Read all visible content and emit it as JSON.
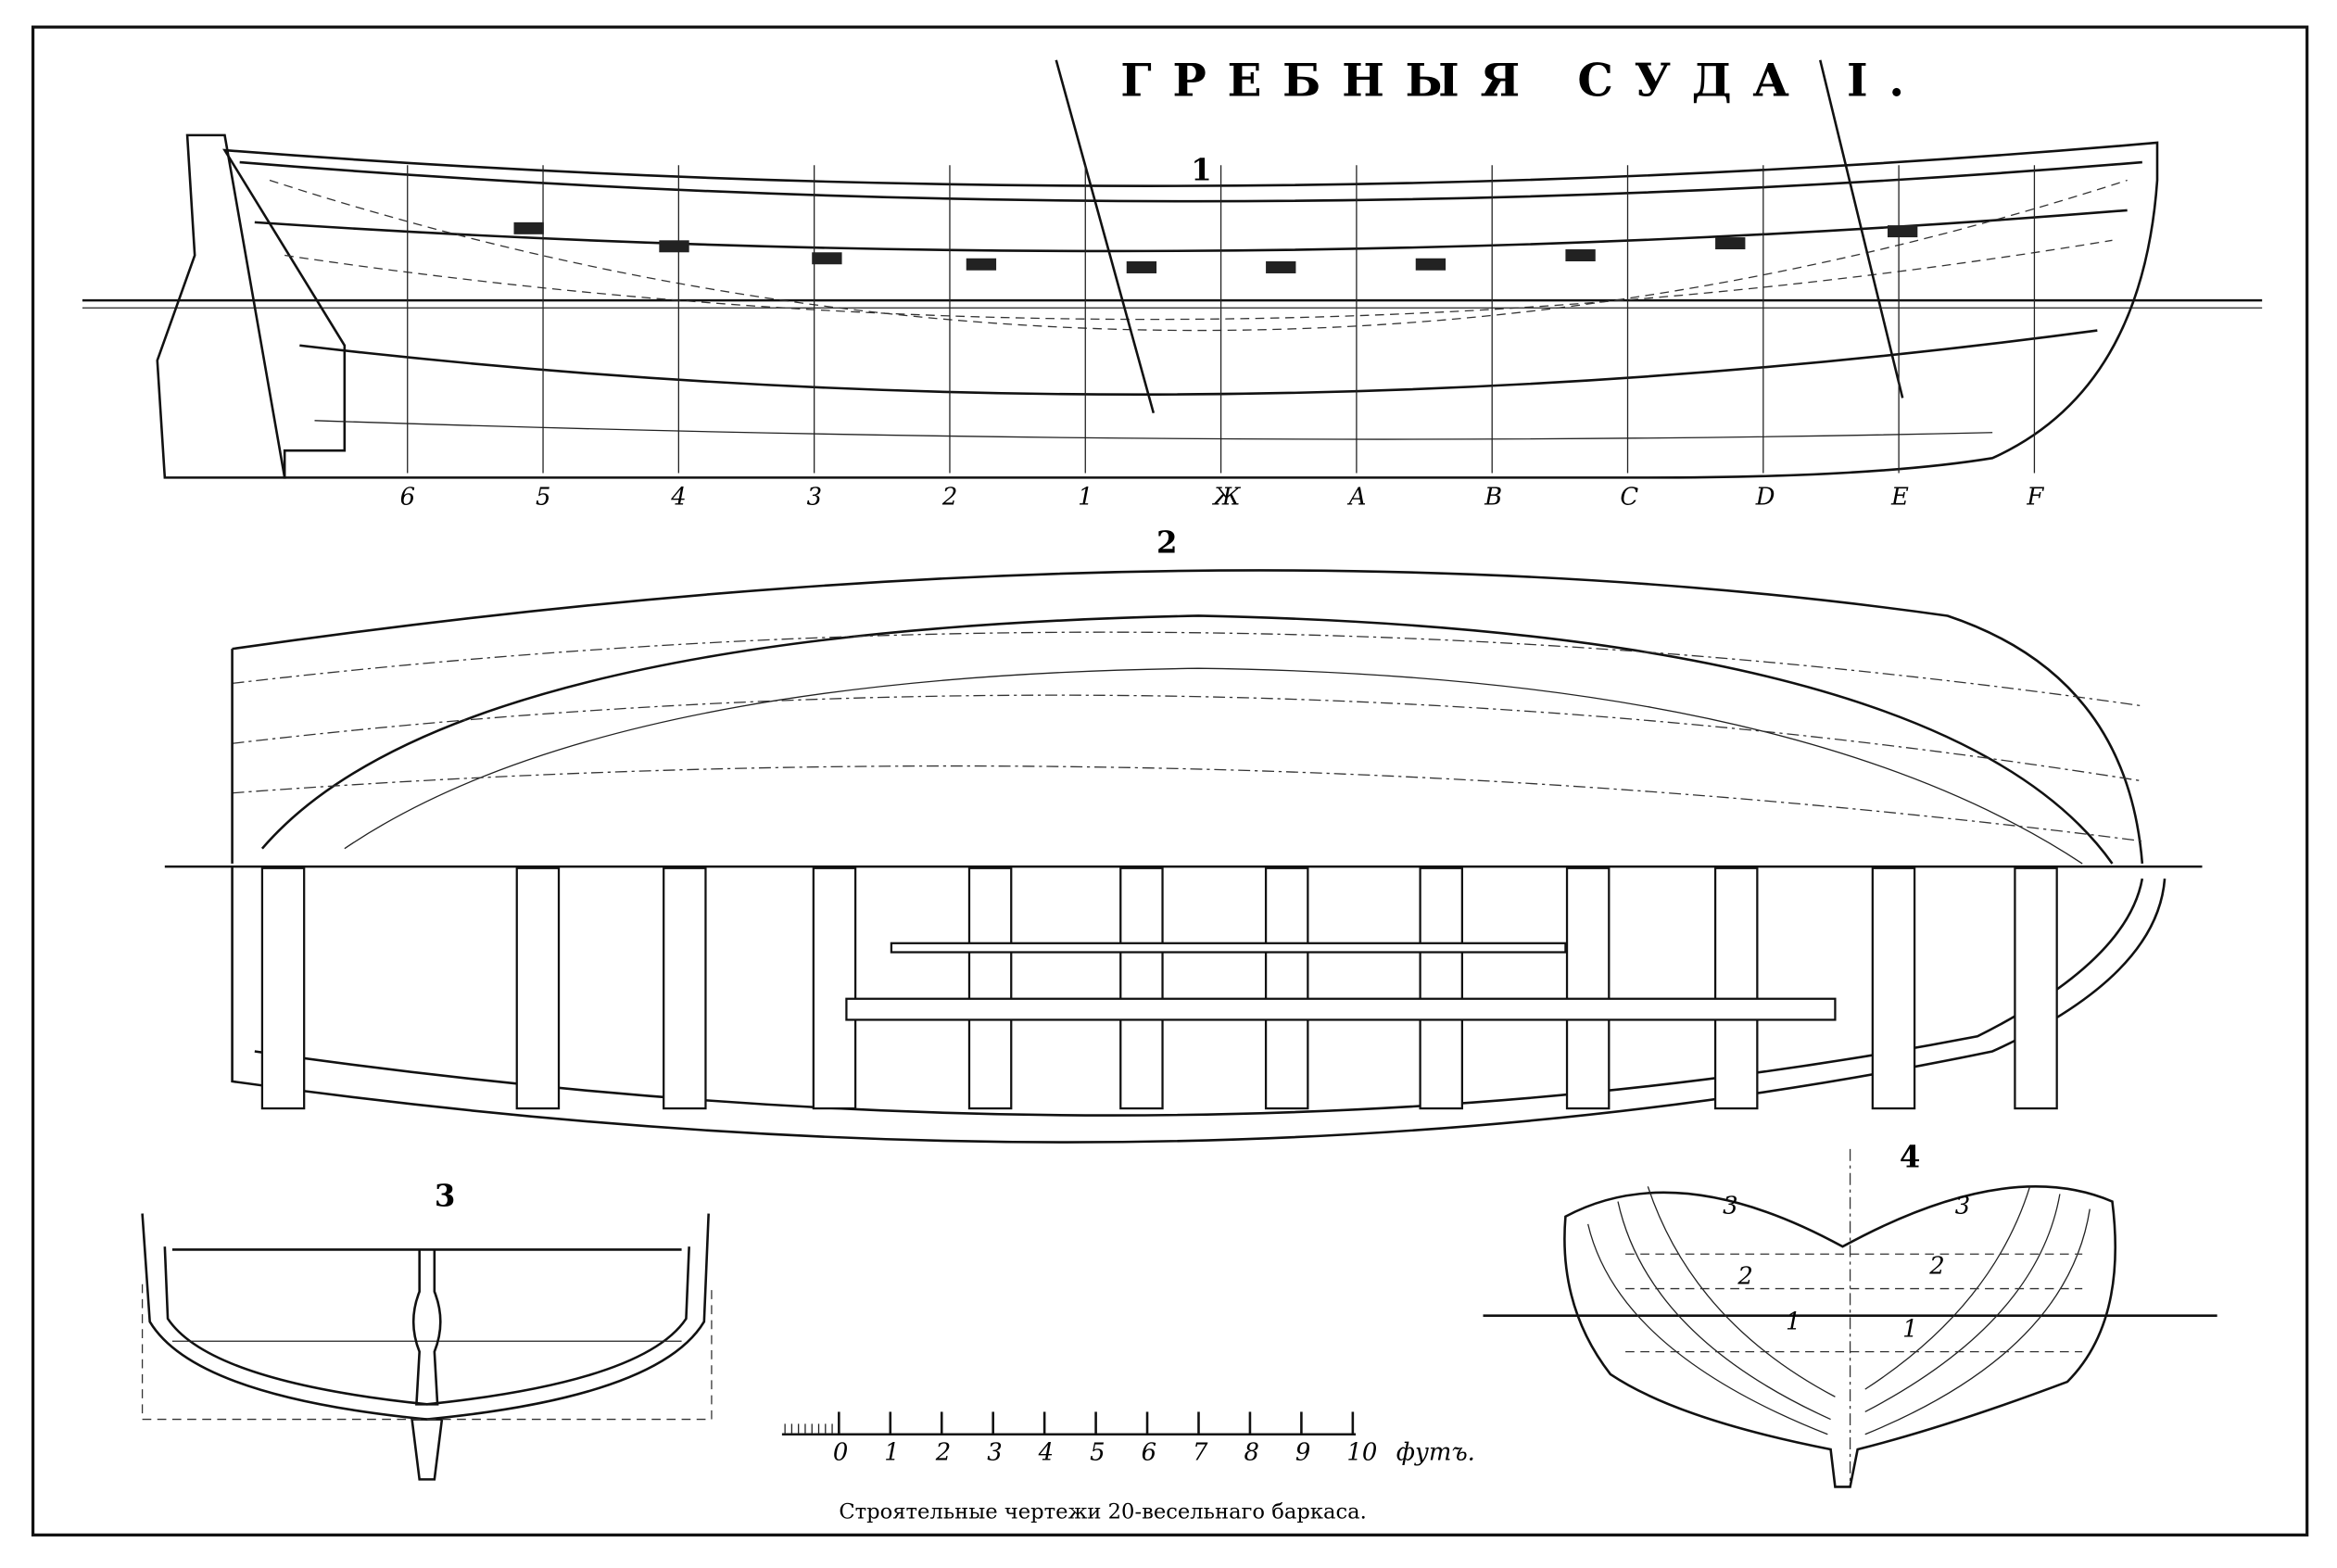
{
  "title": "ГРЕБНЫЯ СУДА I.",
  "figures": {
    "fig1": "1",
    "fig2": "2",
    "fig3": "3",
    "fig4": "4"
  },
  "stations": [
    "6",
    "5",
    "4",
    "3",
    "2",
    "1",
    "Ж",
    "A",
    "B",
    "C",
    "D",
    "E",
    "F"
  ],
  "body_plan_labels": [
    "3",
    "2",
    "1",
    "3",
    "2",
    "1"
  ],
  "scale": {
    "ticks": [
      "0",
      "1",
      "2",
      "3",
      "4",
      "5",
      "6",
      "7",
      "8",
      "9",
      "10"
    ],
    "unit": "футъ."
  },
  "caption": "Строятельные чертежи 20-весельнаго баркаса."
}
